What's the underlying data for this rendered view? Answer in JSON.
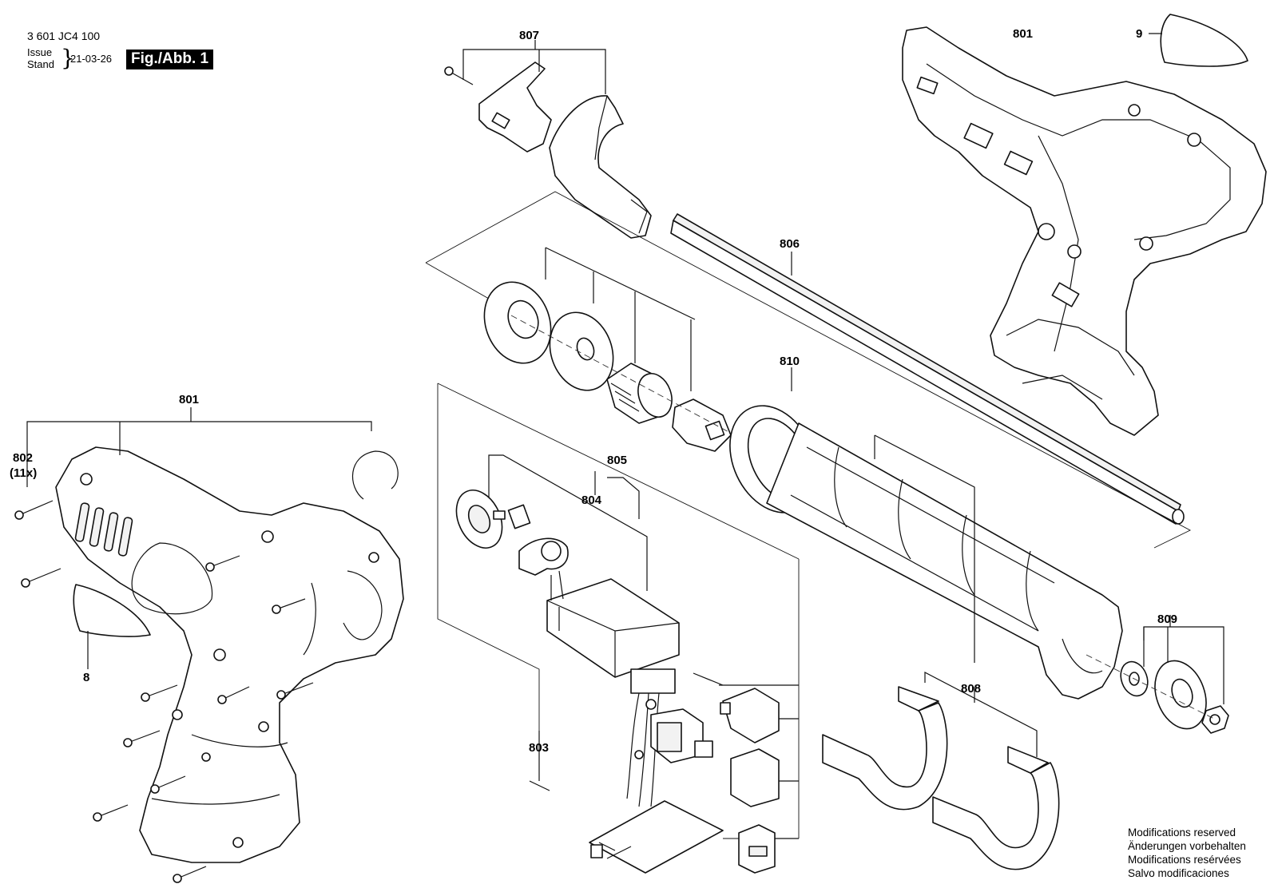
{
  "header": {
    "doc_number": "3 601 JC4 100",
    "issue_label": "Issue",
    "stand_label": "Stand",
    "date": "21-03-26",
    "figure_label": "Fig./Abb. 1"
  },
  "callouts": {
    "c801_top": "801",
    "c9": "9",
    "c807": "807",
    "c806": "806",
    "c810": "810",
    "c801_left": "801",
    "c802": "802",
    "c802_qty": "(11x)",
    "c8": "8",
    "c805": "805",
    "c804": "804",
    "c803": "803",
    "c808": "808",
    "c809": "809"
  },
  "footer": {
    "mod_en": "Modifications reserved",
    "mod_de": "Änderungen vorbehalten",
    "mod_fr": "Modifications resérvées",
    "mod_es": "Salvo modificaciones"
  }
}
